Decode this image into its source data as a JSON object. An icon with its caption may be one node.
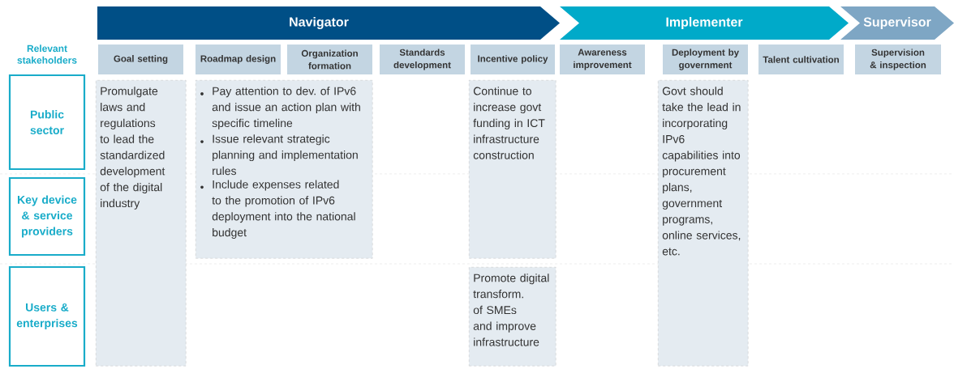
{
  "diagram": {
    "nodes": [
      {
        "text": [
          "Navigator"
        ]
      },
      {
        "text": [
          "Implementer"
        ]
      },
      {
        "text": [
          "Supervisor"
        ]
      },
      {
        "text": [
          "Goal setting"
        ]
      },
      {
        "text": [
          "Roadmap design"
        ]
      },
      {
        "text": [
          "Organization formation"
        ]
      },
      {
        "text": [
          "Standards development"
        ]
      },
      {
        "text": [
          "Incentive policy"
        ]
      },
      {
        "text": [
          "Awareness improvement"
        ]
      },
      {
        "text": [
          "Deployment by government"
        ]
      },
      {
        "text": [
          "Talent cultivation"
        ]
      },
      {
        "text": [
          "Supervision & inspection"
        ]
      },
      {
        "text": [
          "Public sector"
        ]
      },
      {
        "text": [
          "Key device & service providers"
        ]
      },
      {
        "text": [
          "Users & enterprises"
        ]
      },
      {
        "text": [
          "Promulgate laws and regulations to lead the standardized development of the digital industry"
        ]
      },
      {
        "text": [
          "Pay attention to dev. of IPv6 and issue an action plan with specific timeline",
          "Issue relevant strategic planning and implementation rules",
          "Include expenses related to the promotion of IPv6 deployment into the national budget"
        ]
      },
      {
        "text": [
          "Continue to increase govt funding in ICT infrastructure construction"
        ]
      },
      {
        "text": [
          "Promote digital transform. of SMEs and improve infrastructure"
        ]
      },
      {
        "text": [
          "Govt should take the lead in incorporating IPv6 capabilities into procurement plans, government programs, online services, etc."
        ]
      }
    ],
    "labels": [
      "Relevant stakeholders"
    ]
  }
}
